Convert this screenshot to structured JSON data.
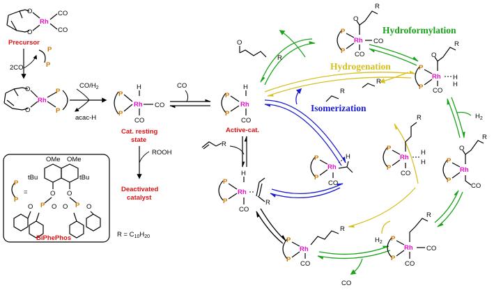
{
  "colors": {
    "rh": "#e60ec8",
    "p": "#c8780a",
    "red_label": "#e01010",
    "hydroformylation": "#1aa11a",
    "hydrogenation": "#d6bf1e",
    "isomerization": "#1b1bd0",
    "black": "#000000"
  },
  "labels": {
    "precursor": "Precursor",
    "cat_resting_1": "Cat. resting",
    "cat_resting_2": "state",
    "active_cat": "Active-cat.",
    "deactivated_1": "Deactivated",
    "deactivated_2": "catalyst",
    "hydroformylation": "Hydroformylation",
    "hydrogenation": "Hydrogenation",
    "isomerization": "Isomerization",
    "biphephos": "BiPhePhos",
    "r_def_prefix": "R = C",
    "r_def_sub1": "10",
    "r_def_h": "H",
    "r_def_sub2": "20"
  },
  "reagents": {
    "two_co": "2CO",
    "co_h2": "CO/H",
    "h2_sub": "2",
    "acac_h": "acac-H",
    "rooh": "ROOH",
    "co": "CO",
    "h2": "H",
    "r": "R"
  },
  "atoms": {
    "rh": "Rh",
    "p": "P",
    "co": "CO",
    "h": "H",
    "o": "O",
    "r": "R",
    "ome": "OMe",
    "tbu": "tBu",
    "eq": "="
  }
}
